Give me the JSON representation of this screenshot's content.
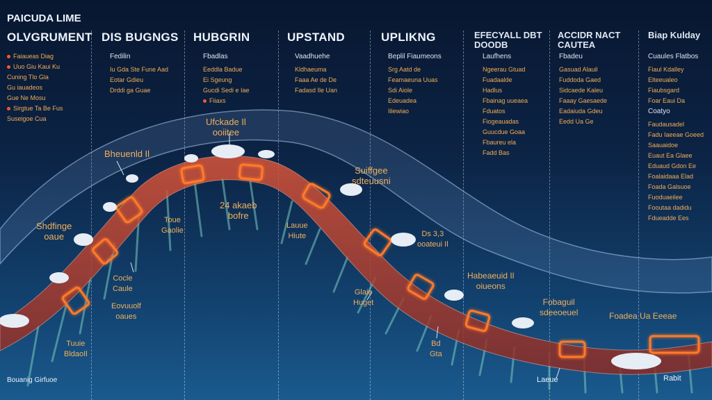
{
  "title": "PAICUDA LIME",
  "headers": [
    "OLVGRUMENT",
    "DIS BUGNGS",
    "HUBGRIN",
    "UPSTAND",
    "UPLIKNG",
    "EFECYALL DBT DOODB",
    "ACCIDR NACT CAUTEA",
    "Biap Kulday"
  ],
  "columns": [
    {
      "items": [
        "Faiaueas Diag",
        "Uuo Giu Kaui Ku",
        "Cuning Tlo Gla",
        "Gu iauadeos",
        "Gue Ne Mosu",
        "Sirgtue Ta Be Fus",
        "Suseigoe Cua"
      ]
    },
    {
      "items": [
        "Fedilin",
        "Iu Gda Ste Fune Aad",
        "Eotar Gdieu",
        "Drddi ga Guae"
      ]
    },
    {
      "items": [
        "Fbadlas",
        "Eeddla Badue",
        "Ei Sgeung",
        "Gucdi Sedi e Iae",
        "Fiiaxs"
      ]
    },
    {
      "items": [
        "Vaadhuehe",
        "Kldhaeuma",
        "Faaa Ae de De",
        "Fadasd Ile Uan"
      ]
    },
    {
      "items": [
        "Beplil Fiaumeons",
        "Srg Aatd de",
        "Feamaeuna Uuas",
        "Sdi Aiole",
        "Edeuadea",
        "Iilewiao"
      ]
    },
    {
      "items": [
        "Laufhens",
        "Ngeerau Gtuad",
        "Fuadaalde",
        "Hadlus",
        "Fbainag uueaea",
        "Fduatos",
        "Fiogeauadas",
        "Guucdue Goaa",
        "Fbaureu ela",
        "Fadd Bas"
      ]
    },
    {
      "items": [
        "Fbadeu",
        "Gasuad Alauil",
        "Fuddoda Gaed",
        "Sidcaede Kaleu",
        "Faaay Gaesaede",
        "Eadaiuda Gdeu",
        "Eedd Ua Ge"
      ]
    },
    {
      "items": [
        "Cuaules Flatbos",
        "Fiaul Kdalley",
        "Elteeualeo",
        "Fiaubsgard",
        "Foar Eaui Da",
        "Coatyo",
        "Faudausadel",
        "Fadu Iaeeae Goeed",
        "Saauaidoe",
        "Euaut Ea Glaee",
        "Eduaud Gdon Ee",
        "Foalaidaaa Elad",
        "Foada Galsuoe",
        "Fuoduaeilee",
        "Fooutaa dadidu",
        "Fdueadde Ees"
      ]
    }
  ],
  "zones": [
    {
      "id": "z1",
      "text": "Ufckade Il\nooiitee"
    },
    {
      "id": "z2",
      "text": "Bheuenld Il"
    },
    {
      "id": "z3",
      "text": "Suiffgee\nsdteuusni"
    },
    {
      "id": "z4",
      "text": "Shdfinge\noaue"
    },
    {
      "id": "z5",
      "text": "Toue\nGaolie"
    },
    {
      "id": "z6",
      "text": "24 akaeb\nbofre"
    },
    {
      "id": "z7",
      "text": "Lauue\nHiute"
    },
    {
      "id": "z8",
      "text": "Ds 3,3\nooateui Il"
    },
    {
      "id": "z9",
      "text": "Cocle\nCaule"
    },
    {
      "id": "z10",
      "text": "Eovuuolf\noaues"
    },
    {
      "id": "z11",
      "text": "Habeaeuid Il\noiueons"
    },
    {
      "id": "z12",
      "text": "Glaie\nHuget"
    },
    {
      "id": "z13",
      "text": "Fobaguil\nsdeeoeuel"
    },
    {
      "id": "z14",
      "text": "Foadea Ua Eeeae"
    },
    {
      "id": "z15",
      "text": "Tuuie\nBldaoIl"
    },
    {
      "id": "z16",
      "text": "Bd\nGta"
    },
    {
      "id": "z17",
      "text": "Laeue"
    },
    {
      "id": "z18",
      "text": "Rabit"
    }
  ],
  "footer": "Bouanig Girfuoe",
  "colors": {
    "band": "#c7442e",
    "glyph": "#ff7a2a",
    "accent": "#f0ad55"
  }
}
